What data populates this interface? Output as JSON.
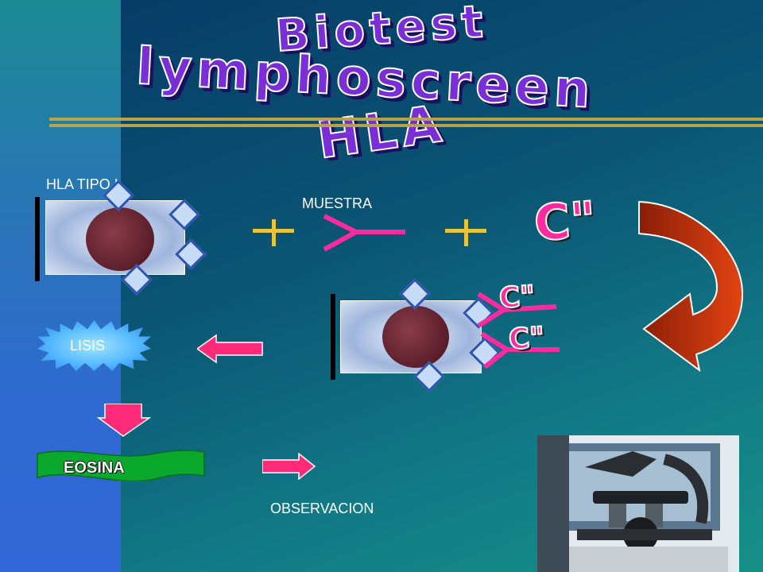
{
  "title": {
    "line1": "Biotest",
    "line2": "lymphoscreen",
    "line3": "HLA"
  },
  "labels": {
    "hla_tipo": "HLA TIPO I",
    "muestra": "MUESTRA",
    "lisis": "LISIS",
    "eosina": "EOSINA",
    "observacion": "OBSERVACION"
  },
  "complement": {
    "large": "C\"",
    "small_top": "C\"",
    "small_bottom": "C\""
  },
  "colors": {
    "title_fill": "#7a2fd6",
    "accent_pink": "#ff2aa0",
    "plus_yellow": "#e8c43c",
    "curved_arrow": "#d6330f",
    "eosina_green": "#0aa82c",
    "rule_gold": "#b7a24a"
  },
  "icons": [
    "plus-icon",
    "antibody-y-icon",
    "curved-arrow-icon",
    "left-arrow-icon",
    "down-arrow-icon",
    "right-arrow-icon",
    "microscope-image"
  ]
}
